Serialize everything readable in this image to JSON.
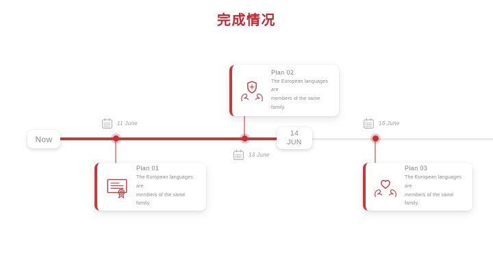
{
  "slide": {
    "title": "完成情况",
    "colors": {
      "accent_red": "#C43A3C",
      "title_red": "#C2272D",
      "elapsed_line": "#C43A3C",
      "remaining_line": "#E9E9E9",
      "text_gray": "#8C8C8C"
    }
  },
  "timeline": {
    "now_label": "Now",
    "current_date": {
      "day": "14",
      "month": "JUN"
    },
    "date_markers": [
      {
        "label": "11 June",
        "icon": "calendar-icon",
        "side": "above"
      },
      {
        "label": "13 June",
        "icon": "calendar-icon",
        "side": "below"
      },
      {
        "label": "16 June",
        "icon": "calendar-icon",
        "side": "above"
      }
    ]
  },
  "plans": [
    {
      "title": "Plan 01",
      "icon": "certificate-icon",
      "description": "The European languages are\nmembers of the same\nfamily."
    },
    {
      "title": "Plan 02",
      "icon": "hands-holding-shield-icon",
      "description": "The European languages are\nmembers of the same\nfamily."
    },
    {
      "title": "Plan 03",
      "icon": "hands-holding-heart-icon",
      "description": "The European languages are\nmembers of the same\nfamily."
    }
  ]
}
